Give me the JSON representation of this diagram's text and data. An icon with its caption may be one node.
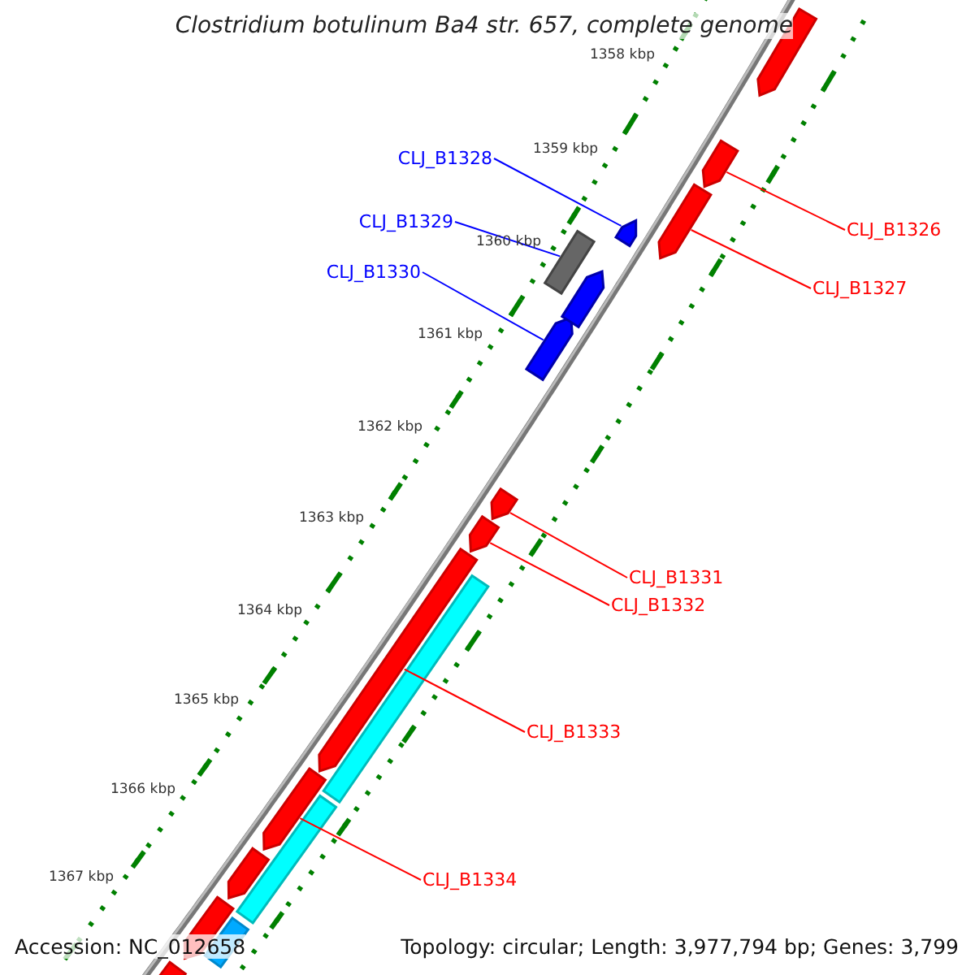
{
  "diagram": {
    "title": "Clostridium botulinum Ba4 str. 657, complete genome",
    "nodes": [
      {
        "text": [
          "CLJ_B1326"
        ]
      },
      {
        "text": [],
        "shape": "arrow"
      },
      {
        "text": [
          "CLJ_B1327"
        ]
      },
      {
        "text": [],
        "shape": "arrow"
      },
      {
        "text": [
          "CLJ_B1328"
        ]
      },
      {
        "text": [],
        "shape": "arrow"
      },
      {
        "text": [
          "CLJ_B1329"
        ]
      },
      {
        "text": [],
        "shape": "box"
      },
      {
        "text": [
          "CLJ_B1330"
        ]
      },
      {
        "text": [],
        "shape": "arrow"
      },
      {
        "text": [
          "CLJ_B1331"
        ]
      },
      {
        "text": [],
        "shape": "arrow"
      },
      {
        "text": [
          "CLJ_B1332"
        ]
      },
      {
        "text": [],
        "shape": "arrow"
      },
      {
        "text": [
          "CLJ_B1333"
        ]
      },
      {
        "text": [],
        "shape": "arrow"
      },
      {
        "text": [
          "CLJ_B1334"
        ]
      },
      {
        "text": [],
        "shape": "arrow"
      },
      {
        "text": [],
        "shape": "arrow"
      },
      {
        "text": [],
        "shape": "arrow"
      },
      {
        "text": [],
        "shape": "bar"
      },
      {
        "text": [],
        "shape": "bar"
      },
      {
        "text": [],
        "shape": "arrow"
      },
      {
        "text": [],
        "shape": "arrow"
      },
      {
        "text": [],
        "shape": "bar"
      },
      {
        "text": [],
        "shape": "arrow"
      }
    ],
    "edges": [
      {
        "from": 0,
        "to": 1,
        "arrow": "none"
      },
      {
        "from": 2,
        "to": 3,
        "arrow": "none"
      },
      {
        "from": 4,
        "to": 5,
        "arrow": "none",
        "color": "#0000ff"
      },
      {
        "from": 6,
        "to": 7,
        "arrow": "none",
        "color": "#0000ff"
      },
      {
        "from": 8,
        "to": 9,
        "arrow": "none",
        "color": "#0000ff"
      },
      {
        "from": 10,
        "to": 11,
        "arrow": "none"
      },
      {
        "from": 12,
        "to": 13,
        "arrow": "none"
      },
      {
        "from": 14,
        "to": 15,
        "arrow": "none"
      },
      {
        "from": 16,
        "to": 17,
        "arrow": "none"
      }
    ],
    "labels": [
      "1358 kbp",
      "1359 kbp",
      "1360 kbp",
      "1361 kbp",
      "1362 kbp",
      "1363 kbp",
      "1364 kbp",
      "1365 kbp",
      "1366 kbp",
      "1367 kbp",
      "Accession: NC_012658",
      "Topology: circular; Length: 3,977,794 bp; Genes: 3,799"
    ]
  }
}
